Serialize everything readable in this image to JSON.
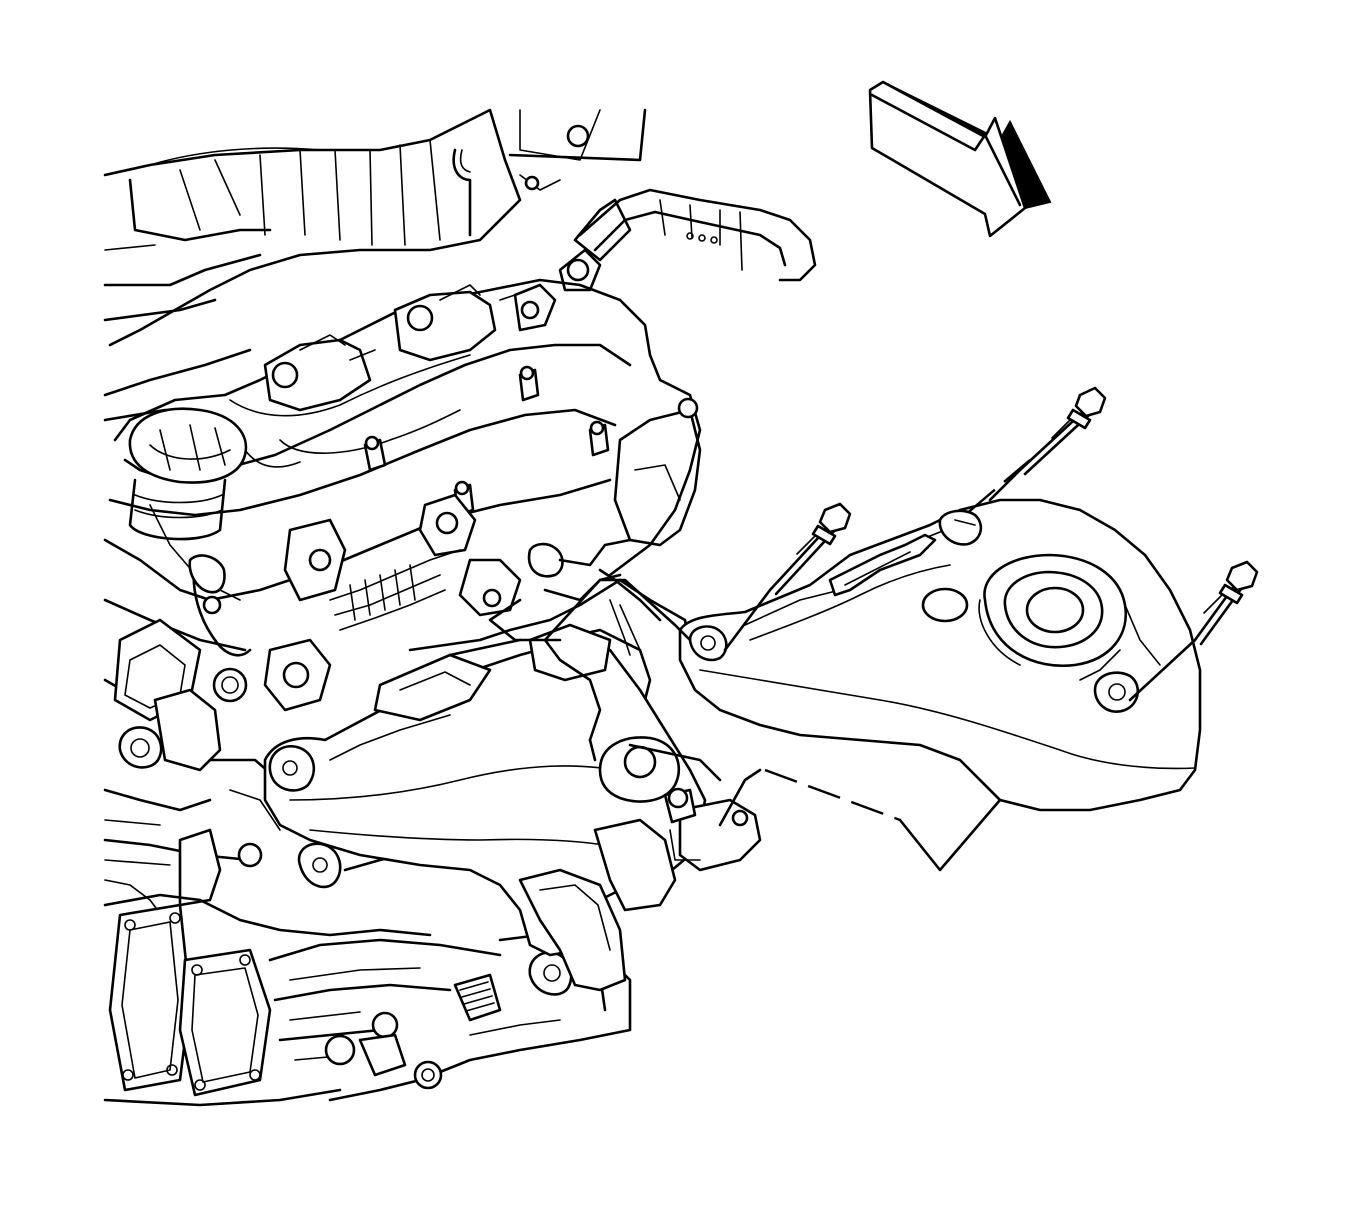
{
  "figure": {
    "subject": "",
    "parts": [
      {
        "id": "engine",
        "icon": "engine-assembly-icon"
      },
      {
        "id": "exhaust-manifold",
        "icon": "exhaust-manifold-icon"
      },
      {
        "id": "heat-shield",
        "icon": "heat-shield-icon"
      },
      {
        "id": "bolts",
        "icon": "bolt-icon",
        "count": 3
      },
      {
        "id": "view-arrow",
        "icon": "direction-arrow-icon"
      }
    ],
    "colors": {
      "line": "#000000",
      "fill": "#ffffff",
      "arrow_shade": "#000000"
    }
  }
}
